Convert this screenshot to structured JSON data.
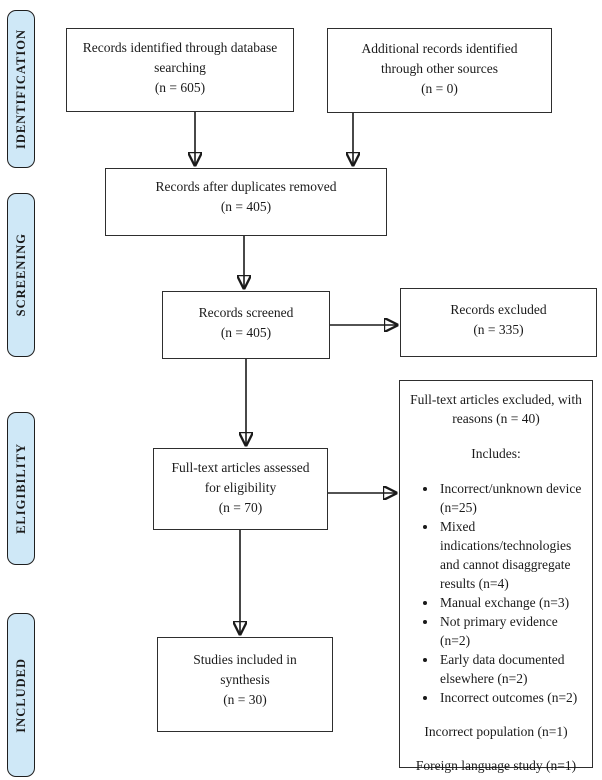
{
  "colors": {
    "stage_fill": "#cfe8f7",
    "stage_border": "#1f1f1f",
    "box_border": "#2e2e2e",
    "text": "#1a1a1a",
    "bg": "#ffffff"
  },
  "stages": [
    {
      "label": "IDENTIFICATION"
    },
    {
      "label": "SCREENING"
    },
    {
      "label": "ELIGIBILITY"
    },
    {
      "label": "INCLUDED"
    }
  ],
  "boxes": {
    "identified_db": "Records identified through database\nsearching\n(n = 605)",
    "identified_other": "Additional records identified\nthrough other sources\n(n = 0)",
    "after_duplicates": "Records after duplicates removed\n(n = 405)",
    "screened": "Records screened\n(n = 405)",
    "excluded": "Records excluded\n(n = 335)",
    "fulltext_assessed": "Full-text articles assessed\nfor eligibility\n(n = 70)",
    "included_synthesis": "Studies included in\nsynthesis\n(n = 30)"
  },
  "exclusion_box": {
    "title": "Full-text articles excluded, with\nreasons (n = 40)",
    "includes_label": "Includes:",
    "bullets": [
      "Incorrect/unknown device (n=25)",
      "Mixed indications/technologies and cannot disaggregate results (n=4)",
      "Manual exchange (n=3)",
      "Not primary evidence (n=2)",
      "Early data documented elsewhere (n=2)",
      "Incorrect outcomes (n=2)"
    ],
    "footnotes": [
      "Incorrect population (n=1)",
      "Foreign language study (n=1)"
    ]
  }
}
